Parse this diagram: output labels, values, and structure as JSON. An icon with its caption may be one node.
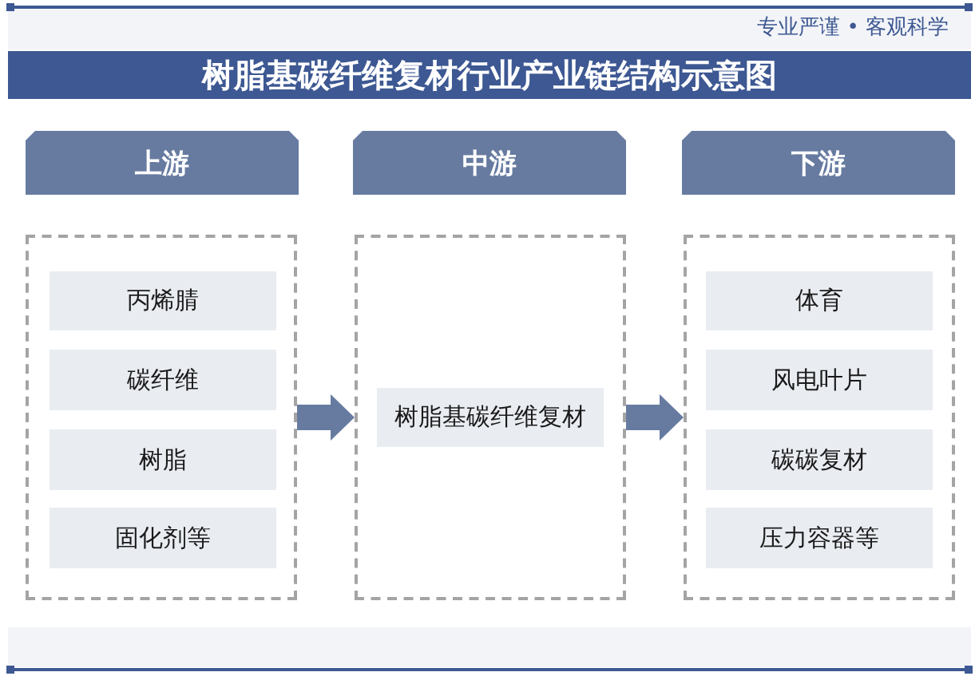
{
  "diagram": {
    "title": "树脂基碳纤维复材行业产业链结构示意图",
    "nodes": [
      {
        "text": [
          "上游"
        ]
      },
      {
        "text": [
          "中游"
        ]
      },
      {
        "text": [
          "下游"
        ]
      },
      {
        "text": [],
        "shape": "box"
      },
      {
        "text": [
          "丙烯腈"
        ],
        "in": 3
      },
      {
        "text": [
          "碳纤维"
        ],
        "in": 3
      },
      {
        "text": [
          "树脂"
        ],
        "in": 3
      },
      {
        "text": [
          "固化剂等"
        ],
        "in": 3
      },
      {
        "text": [],
        "shape": "box"
      },
      {
        "text": [
          "树脂基碳纤维复材"
        ],
        "in": 8
      },
      {
        "text": [],
        "shape": "box"
      },
      {
        "text": [
          "体育"
        ],
        "in": 10
      },
      {
        "text": [
          "风电叶片"
        ],
        "in": 10
      },
      {
        "text": [
          "碳碳复材"
        ],
        "in": 10
      },
      {
        "text": [
          "压力容器等"
        ],
        "in": 10
      }
    ],
    "edges": [
      {
        "from": 3,
        "to": 8,
        "arrow": "to"
      },
      {
        "from": 8,
        "to": 10,
        "arrow": "to"
      }
    ],
    "labels": [
      "专业严谨 • 客观科学"
    ]
  }
}
